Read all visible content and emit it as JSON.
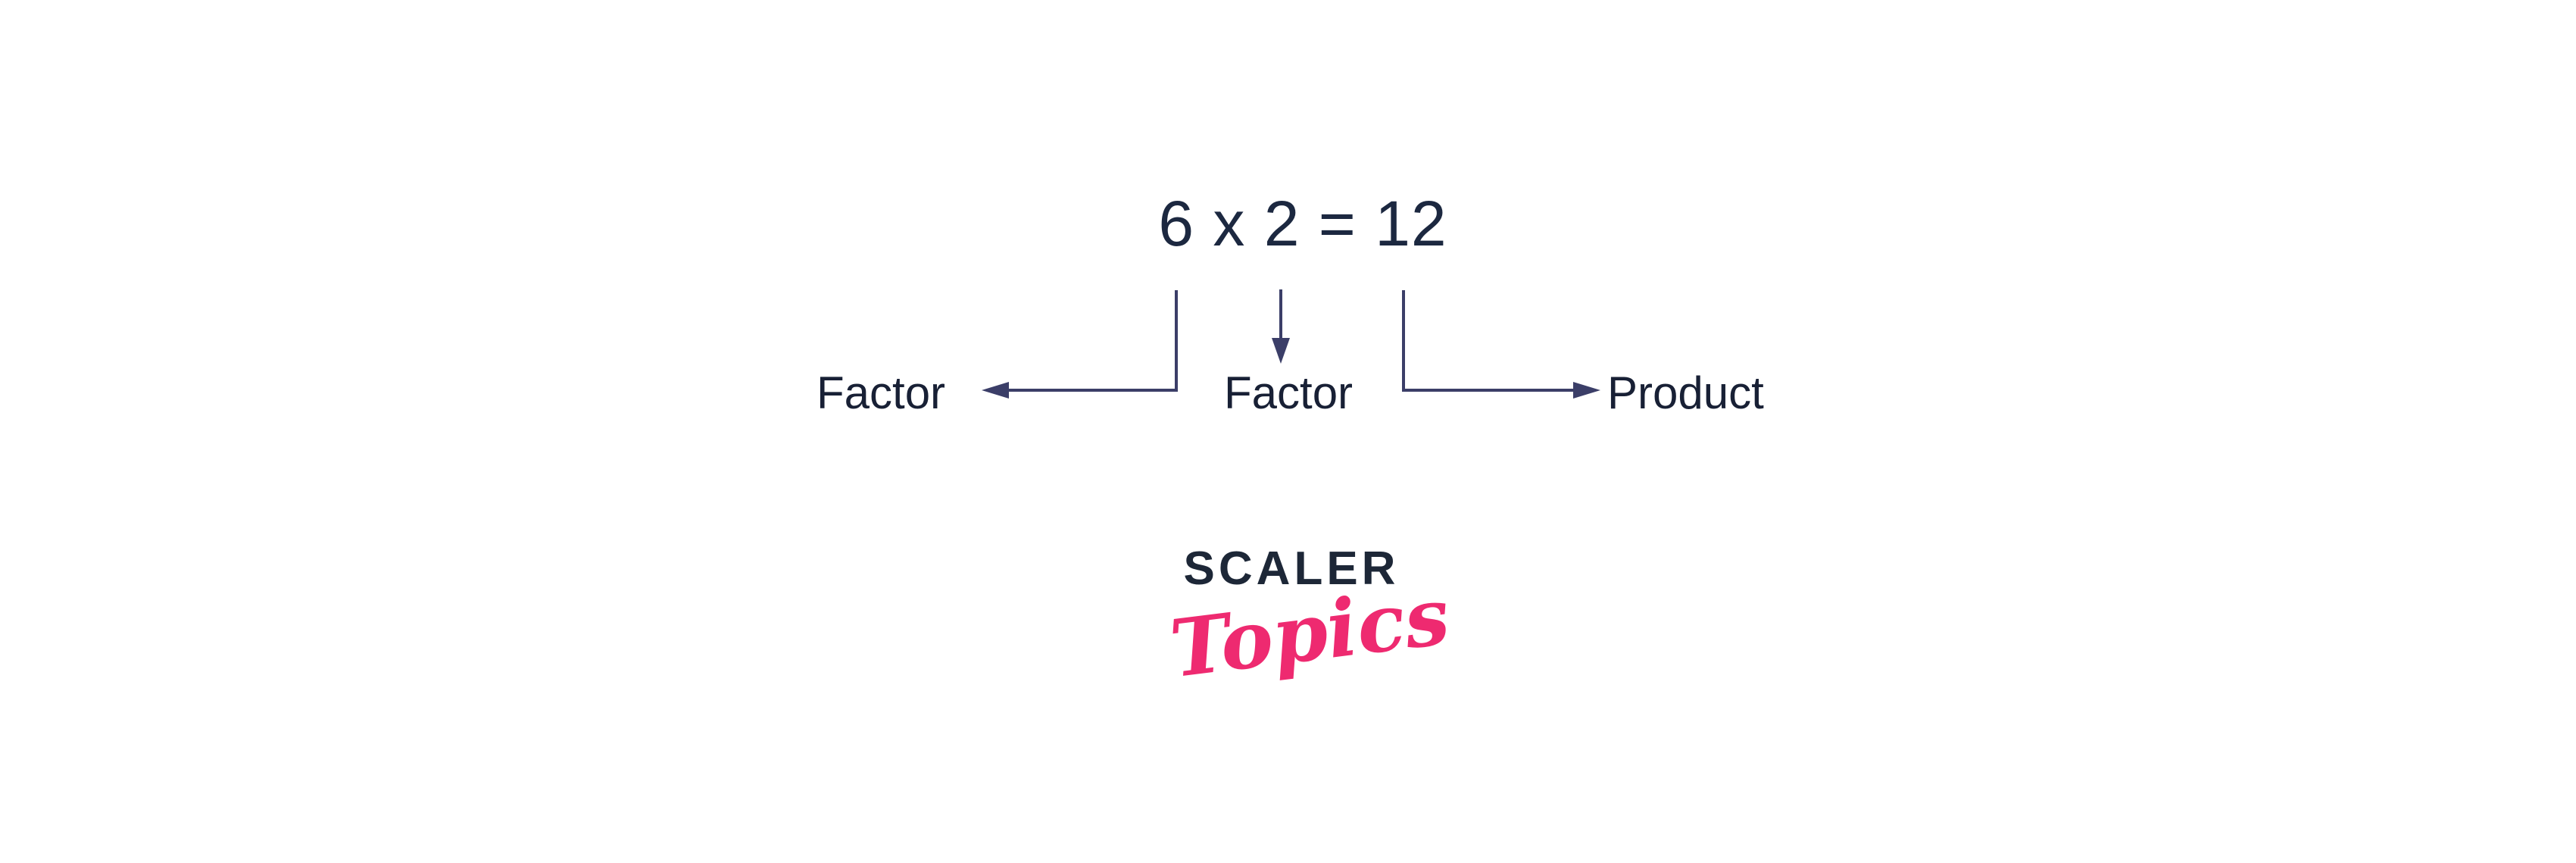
{
  "diagram": {
    "equation": "6 x 2 = 12",
    "factor_left_label": "Factor",
    "factor_middle_label": "Factor",
    "product_label": "Product"
  },
  "logo": {
    "primary": "SCALER",
    "secondary": "Topics"
  },
  "colors": {
    "background": "#ffffff",
    "equation_text": "#1c2840",
    "label_text": "#182035",
    "connector": "#3b3e68",
    "logo_primary": "#1d2737",
    "logo_secondary": "#ee2a70"
  }
}
